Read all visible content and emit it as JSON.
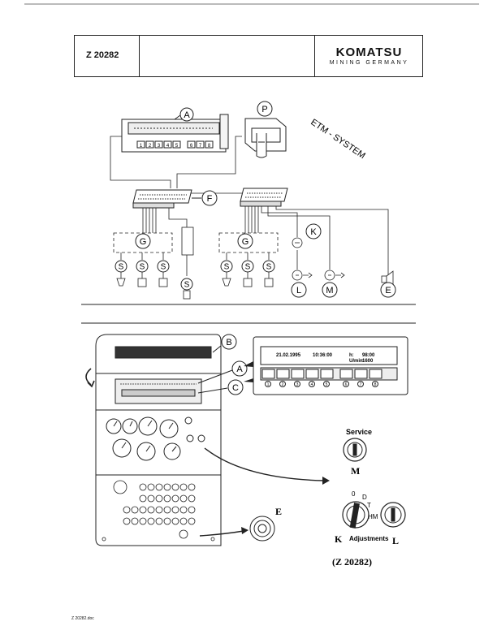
{
  "header": {
    "doc_number": "Z 20282",
    "brand_name": "KOMATSU",
    "brand_sub": "MINING GERMANY"
  },
  "upper_diagram": {
    "title": "ETM - SYSTEM",
    "callouts": {
      "A": "A",
      "P": "P",
      "F": "F",
      "G1": "G",
      "G2": "G",
      "K": "K",
      "L": "L",
      "M": "M",
      "E": "E",
      "S": "S"
    },
    "display_buttons": [
      "1",
      "2",
      "3",
      "4",
      "5",
      "6",
      "7",
      "8"
    ]
  },
  "lower_diagram": {
    "callouts": {
      "A": "A",
      "B": "B",
      "C": "C",
      "E": "E",
      "K": "K",
      "L": "L",
      "M": "M"
    },
    "screen": {
      "date": "21.02.1995",
      "time": "10:36:00",
      "h_label": "h:",
      "h_value": "98:00",
      "umin_label": "U/min:",
      "umin_value": "1600"
    },
    "button_numbers": [
      "1",
      "2",
      "3",
      "4",
      "5",
      "6",
      "7",
      "8"
    ],
    "service_label": "Service",
    "adjustments_label": "Adjustments",
    "key_positions": [
      "0",
      "D",
      "T",
      "HM"
    ],
    "figure_ref": "(Z 20282)"
  },
  "footer": {
    "file_name": "Z 20282.doc"
  }
}
